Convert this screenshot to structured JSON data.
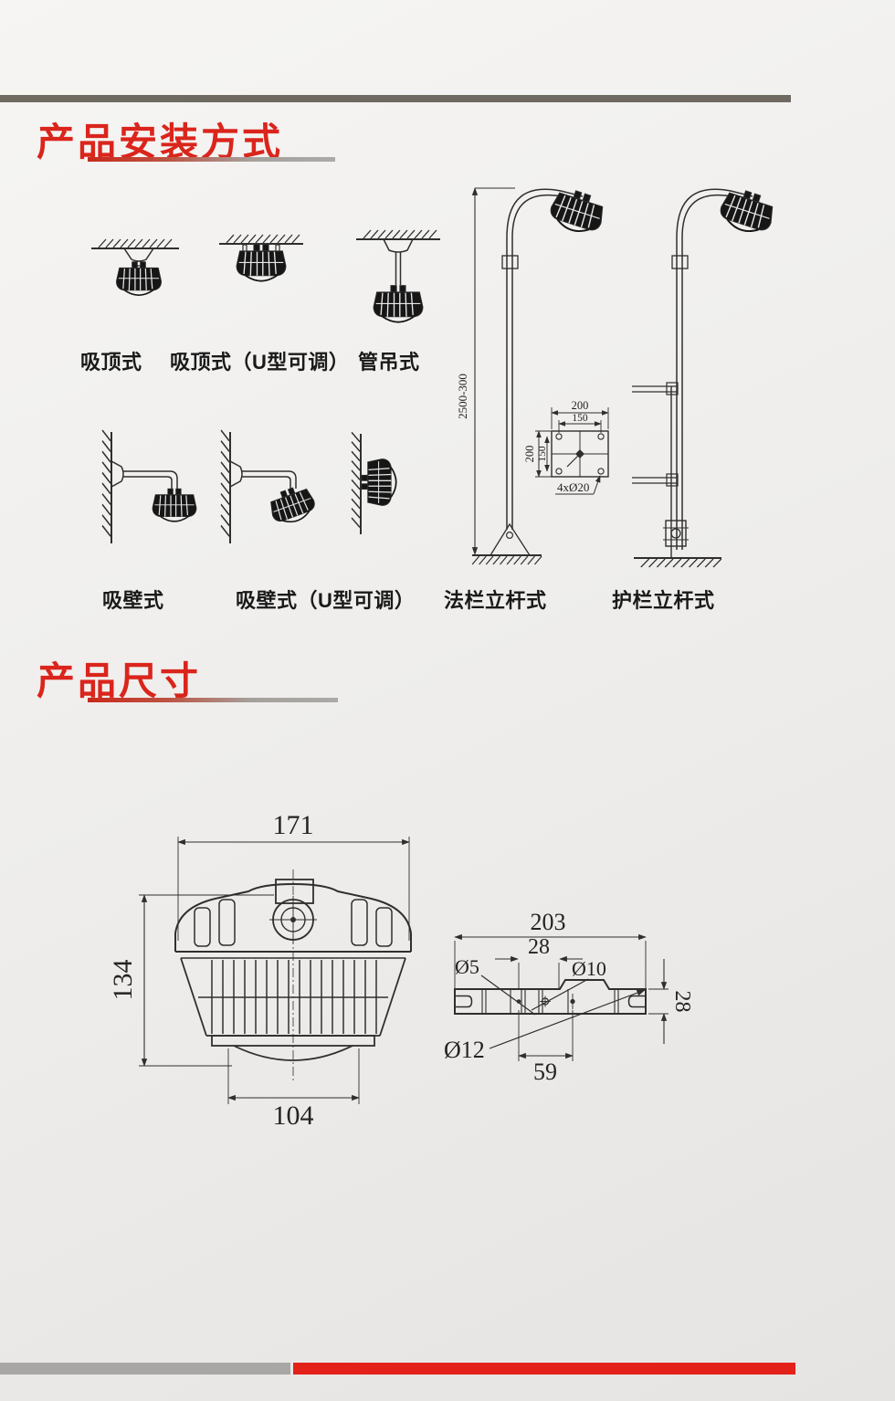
{
  "palette": {
    "accent_red": "#da251c",
    "top_bar_gray": "#6e6961",
    "footer_gray": "#a9a7a5",
    "footer_red": "#e32119"
  },
  "headers": {
    "installation": "产品安装方式",
    "dimensions": "产品尺寸"
  },
  "installation": {
    "labels": {
      "ceiling": "吸顶式",
      "ceiling_u": "吸顶式（U型可调）",
      "pendant": "管吊式",
      "wall": "吸壁式",
      "wall_u": "吸壁式（U型可调）",
      "flange_pole": "法栏立杆式",
      "guardrail_pole": "护栏立杆式"
    },
    "pole": {
      "height_range": "2500-300"
    },
    "flange_plate": {
      "width": "200",
      "hole_spacing_h": "150",
      "height": "200",
      "hole_spacing_v": "150",
      "holes": "4xØ20"
    }
  },
  "product_dimensions": {
    "front_view": {
      "width": "171",
      "height": "134",
      "base_width": "104"
    },
    "bracket_view": {
      "length": "203",
      "center_width": "28",
      "hole_small": "Ø5",
      "hole_medium": "Ø10",
      "hole_large": "Ø12",
      "hole_spacing": "59",
      "height": "28"
    }
  }
}
